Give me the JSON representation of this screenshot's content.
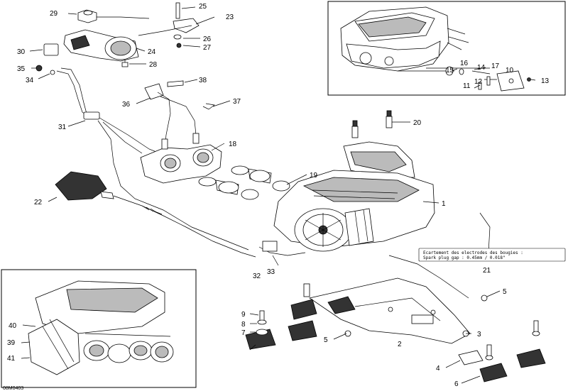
{
  "diagram_ref": "08M0403",
  "callouts": {
    "c1": "1",
    "c2": "2",
    "c3": "3",
    "c4": "4",
    "c5a": "5",
    "c5b": "5",
    "c6": "6",
    "c7": "7",
    "c8": "8",
    "c9": "9",
    "c10": "10",
    "c11": "11",
    "c12": "12",
    "c13": "13",
    "c14": "14",
    "c15": "15",
    "c16": "16",
    "c17": "17",
    "c18": "18",
    "c19": "19",
    "c20": "20",
    "c21": "21",
    "c22": "22",
    "c23": "23",
    "c24": "24",
    "c25": "25",
    "c26": "26",
    "c27": "27",
    "c28": "28",
    "c29": "29",
    "c30": "30",
    "c31": "31",
    "c32": "32",
    "c33": "33",
    "c34": "34",
    "c35": "35",
    "c36": "36",
    "c37": "37",
    "c38": "38",
    "c39": "39",
    "c40": "40",
    "c41": "41"
  },
  "spec_note": {
    "line1": "Ecartement des electrodes des bougies :",
    "line2": "Spark plug gap :   0.45mm  /  0.018\""
  },
  "colors": {
    "ink": "#000000",
    "paper": "#ffffff"
  }
}
